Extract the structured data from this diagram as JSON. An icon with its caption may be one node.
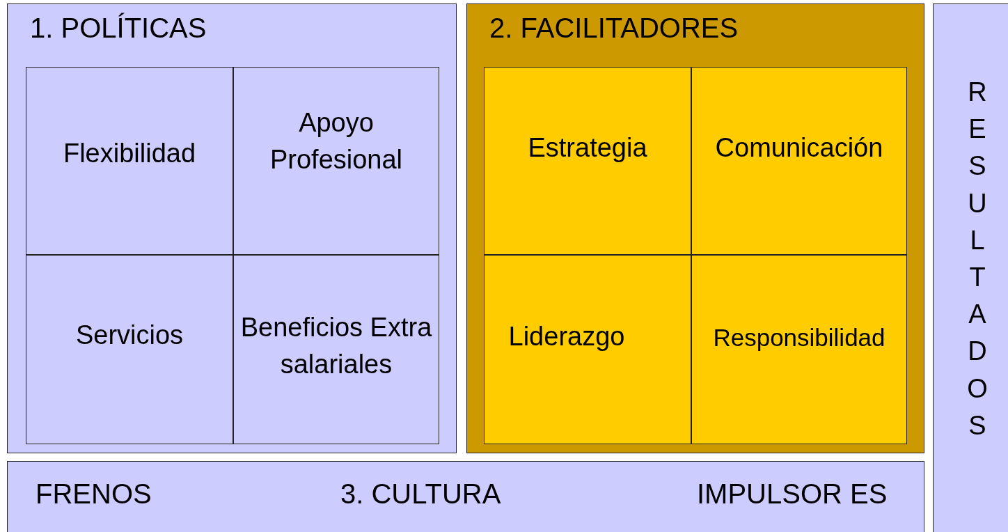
{
  "diagram": {
    "nodes": [
      {
        "text": [
          "1. POLÍTICAS"
        ]
      },
      {
        "text": [
          "Flexibilidad"
        ],
        "in": 0
      },
      {
        "text": [
          "Apoyo Profesional"
        ],
        "in": 0
      },
      {
        "text": [
          "Servicios"
        ],
        "in": 0
      },
      {
        "text": [
          "Beneficios Extra salariales"
        ],
        "in": 0
      },
      {
        "text": [
          "2. FACILITADORES"
        ]
      },
      {
        "text": [
          "Estrategia"
        ],
        "in": 5
      },
      {
        "text": [
          "Comunicación"
        ],
        "in": 5
      },
      {
        "text": [
          "Liderazgo"
        ],
        "in": 5
      },
      {
        "text": [
          "Responsibilidad"
        ],
        "in": 5
      },
      {
        "text": [
          "FRENOS",
          "3. CULTURA",
          "IMPULSOR ES"
        ]
      },
      {
        "text": [
          "RESULTADOS"
        ]
      }
    ]
  }
}
